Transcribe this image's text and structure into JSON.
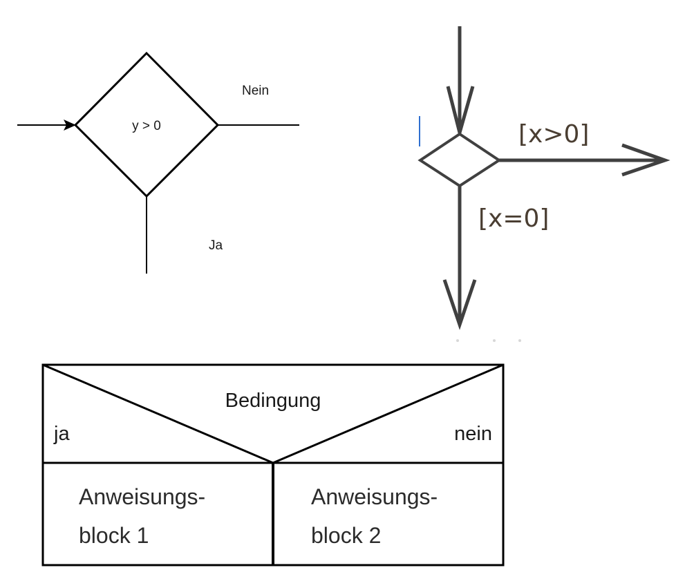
{
  "flowchart_decision": {
    "condition": "y > 0",
    "no_label": "Nein",
    "yes_label": "Ja"
  },
  "uml_decision": {
    "guard_right": "[x>0]",
    "guard_down": "[x=0]"
  },
  "nassi_shneiderman": {
    "condition": "Bedingung",
    "yes_label": "ja",
    "no_label": "nein",
    "block_1_line_1": "Anweisungs-",
    "block_1_line_2": "block 1",
    "block_2_line_1": "Anweisungs-",
    "block_2_line_2": "block 2"
  },
  "colors": {
    "line": "#000000",
    "uml_line": "#404040",
    "uml_text": "#4a3e32",
    "guide_blue": "#2f6fd0"
  }
}
